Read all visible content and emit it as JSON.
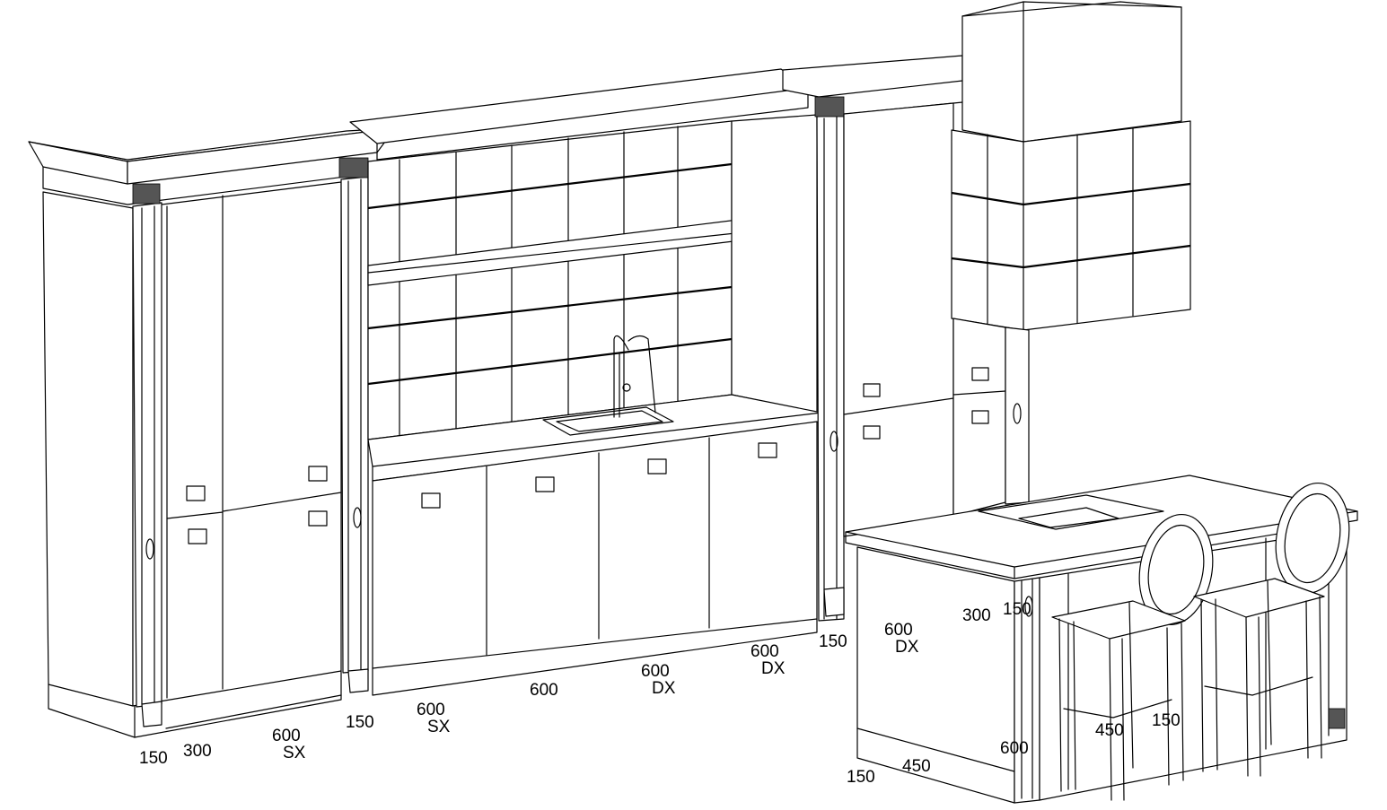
{
  "drawing": {
    "dimension_labels": [
      {
        "id": "left-tall-filler",
        "lines": [
          "150"
        ]
      },
      {
        "id": "left-tall-300",
        "lines": [
          "300"
        ]
      },
      {
        "id": "left-tall-600",
        "lines": [
          "600",
          "SX"
        ]
      },
      {
        "id": "sink-wall-filler",
        "lines": [
          "150"
        ]
      },
      {
        "id": "sink-base-1",
        "lines": [
          "600",
          "SX"
        ]
      },
      {
        "id": "sink-base-2",
        "lines": [
          "600"
        ]
      },
      {
        "id": "sink-base-3",
        "lines": [
          "600",
          "DX"
        ]
      },
      {
        "id": "sink-base-4",
        "lines": [
          "600",
          "DX"
        ]
      },
      {
        "id": "right-tall-filler",
        "lines": [
          "150"
        ]
      },
      {
        "id": "right-tall-600",
        "lines": [
          "600",
          "DX"
        ]
      },
      {
        "id": "right-tall-300",
        "lines": [
          "300"
        ]
      },
      {
        "id": "right-tall-filler-2",
        "lines": [
          "150"
        ]
      },
      {
        "id": "island-450-a",
        "lines": [
          "450"
        ]
      },
      {
        "id": "island-150-a",
        "lines": [
          "150"
        ]
      },
      {
        "id": "island-600",
        "lines": [
          "600"
        ]
      },
      {
        "id": "island-150-b",
        "lines": [
          "150"
        ]
      },
      {
        "id": "island-450-b",
        "lines": [
          "450"
        ]
      }
    ]
  }
}
